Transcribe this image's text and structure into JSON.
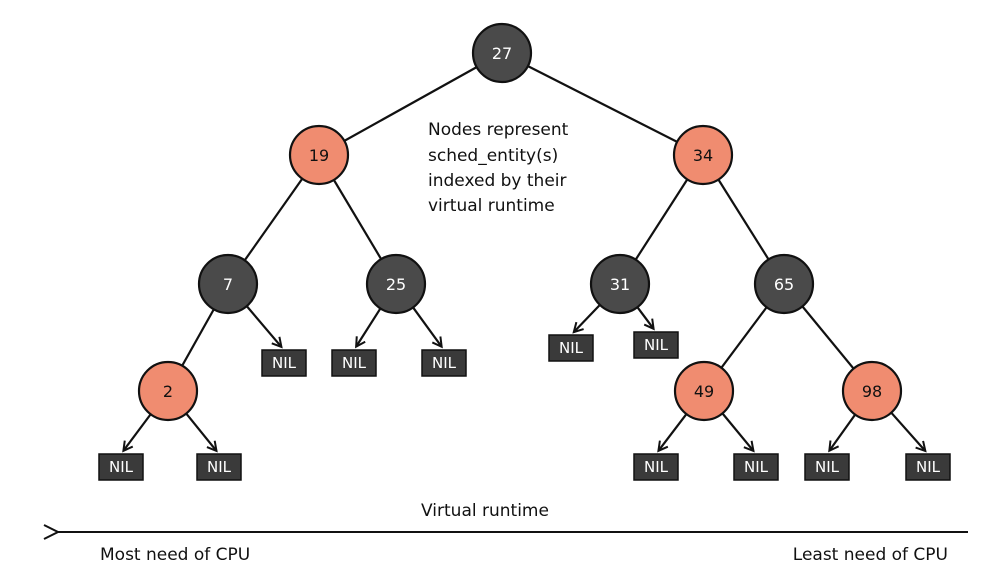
{
  "colors": {
    "black_node": "#4a4a4a",
    "red_node": "#f08c70",
    "nil_box": "#3a3a3a",
    "edge": "#111111",
    "black_node_text": "#ffffff",
    "red_node_text": "#111111"
  },
  "annotation": {
    "line1": "Nodes represent",
    "line2": "sched_entity(s)",
    "line3": "indexed by their",
    "line4": "virtual runtime"
  },
  "axis": {
    "title": "Virtual runtime",
    "left_label": "Most need of CPU",
    "right_label": "Least need of CPU"
  },
  "tree": {
    "nodes": [
      {
        "id": "n27",
        "key": "27",
        "color": "black"
      },
      {
        "id": "n19",
        "key": "19",
        "color": "red"
      },
      {
        "id": "n34",
        "key": "34",
        "color": "red"
      },
      {
        "id": "n7",
        "key": "7",
        "color": "black"
      },
      {
        "id": "n25",
        "key": "25",
        "color": "black"
      },
      {
        "id": "n31",
        "key": "31",
        "color": "black"
      },
      {
        "id": "n65",
        "key": "65",
        "color": "black"
      },
      {
        "id": "n2",
        "key": "2",
        "color": "red"
      },
      {
        "id": "n49",
        "key": "49",
        "color": "red"
      },
      {
        "id": "n98",
        "key": "98",
        "color": "red"
      }
    ],
    "nil_label": "NIL",
    "edges": [
      [
        "n27",
        "n19"
      ],
      [
        "n27",
        "n34"
      ],
      [
        "n19",
        "n7"
      ],
      [
        "n19",
        "n25"
      ],
      [
        "n34",
        "n31"
      ],
      [
        "n34",
        "n65"
      ],
      [
        "n7",
        "n2"
      ],
      [
        "n65",
        "n49"
      ],
      [
        "n65",
        "n98"
      ]
    ],
    "nil_children": [
      {
        "id": "nil-7-right",
        "parent": "n7"
      },
      {
        "id": "nil-25-left",
        "parent": "n25"
      },
      {
        "id": "nil-25-right",
        "parent": "n25"
      },
      {
        "id": "nil-31-left",
        "parent": "n31"
      },
      {
        "id": "nil-31-right",
        "parent": "n31"
      },
      {
        "id": "nil-2-left",
        "parent": "n2"
      },
      {
        "id": "nil-2-right",
        "parent": "n2"
      },
      {
        "id": "nil-49-left",
        "parent": "n49"
      },
      {
        "id": "nil-49-right",
        "parent": "n49"
      },
      {
        "id": "nil-98-left",
        "parent": "n98"
      },
      {
        "id": "nil-98-right",
        "parent": "n98"
      }
    ]
  }
}
